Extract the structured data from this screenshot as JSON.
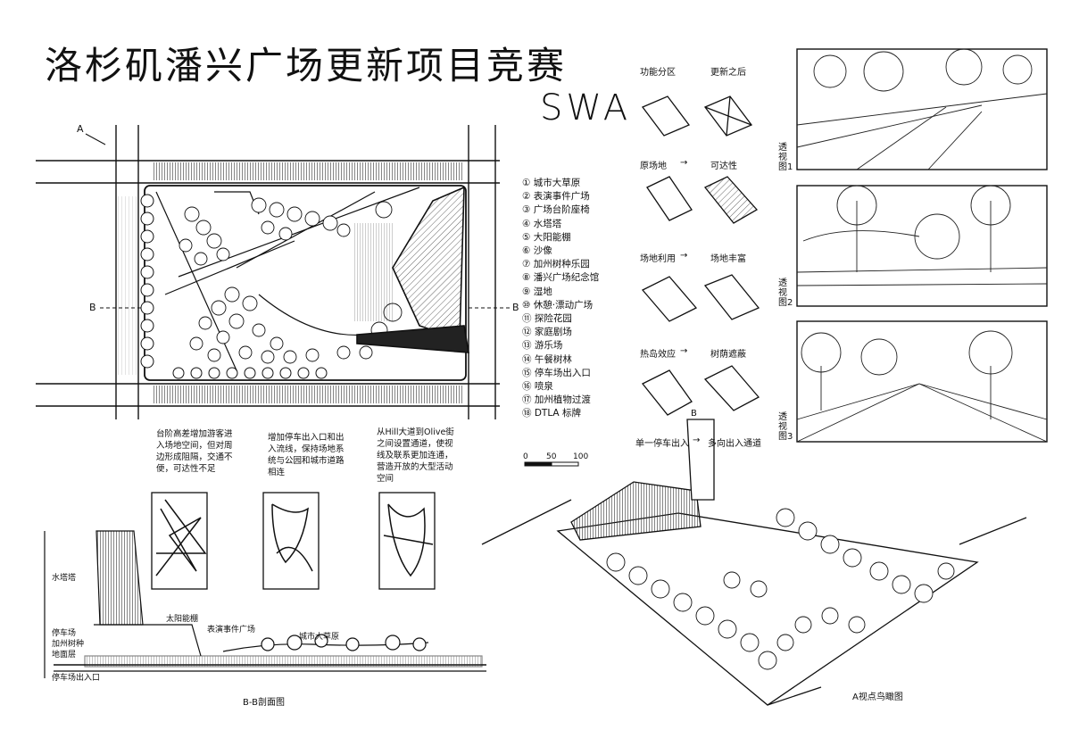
{
  "header": {
    "title": "洛杉矶潘兴广场更新项目竞赛",
    "subtitle": "SWA"
  },
  "plan": {
    "north_arrow": "A",
    "section_marker_left": "B",
    "section_marker_right": "B",
    "scale_labels": [
      "0",
      "50",
      "100"
    ]
  },
  "legend": {
    "items": [
      "① 城市大草原",
      "② 表演事件广场",
      "③ 广场台阶座椅",
      "④ 水塔塔",
      "⑤ 大阳能棚",
      "⑥ 沙像",
      "⑦ 加州树种乐园",
      "⑧ 潘兴广场纪念馆",
      "⑨ 湿地",
      "⑩ 休憩·漂动广场",
      "⑪ 探险花园",
      "⑫ 家庭剧场",
      "⑬ 游乐场",
      "⑭ 午餐树林",
      "⑮ 停车场出入口",
      "⑯ 喷泉",
      "⑰ 加州植物过渡",
      "⑱ DTLA 标牌"
    ]
  },
  "analysis": {
    "row_labels": [
      {
        "left": "功能分区",
        "right": "更新之后"
      },
      {
        "left": "原场地",
        "right": "可达性",
        "arrow": "→"
      },
      {
        "left": "场地利用",
        "right": "场地丰富",
        "arrow": "→"
      },
      {
        "left": "热岛效应",
        "right": "树荫遮蔽",
        "arrow": "→"
      },
      {
        "left": "单一停车出入",
        "right": "多向出入通道",
        "arrow": "→"
      }
    ]
  },
  "perspectives": {
    "labels": [
      "透视图1",
      "透视图2",
      "透视图3"
    ]
  },
  "notes": [
    "台阶高差增加游客进入场地空间，但对周边形成阻隔，交通不便，可达性不足",
    "增加停车出入口和出入流线，保持场地系统与公园和城市道路相连",
    "从Hill大道到Olive街之间设置通道，使视线及联系更加连通，营造开放的大型活动空间"
  ],
  "section": {
    "left_tags": [
      "水塔塔",
      "停车场",
      "加州树种",
      "地面层",
      "停车场出入口"
    ],
    "callouts": [
      "太阳能棚",
      "表演事件广场",
      "城市大草原"
    ],
    "caption": "B-B剖面图"
  },
  "axon": {
    "marker": "B",
    "caption": "A视点鸟瞰图"
  }
}
